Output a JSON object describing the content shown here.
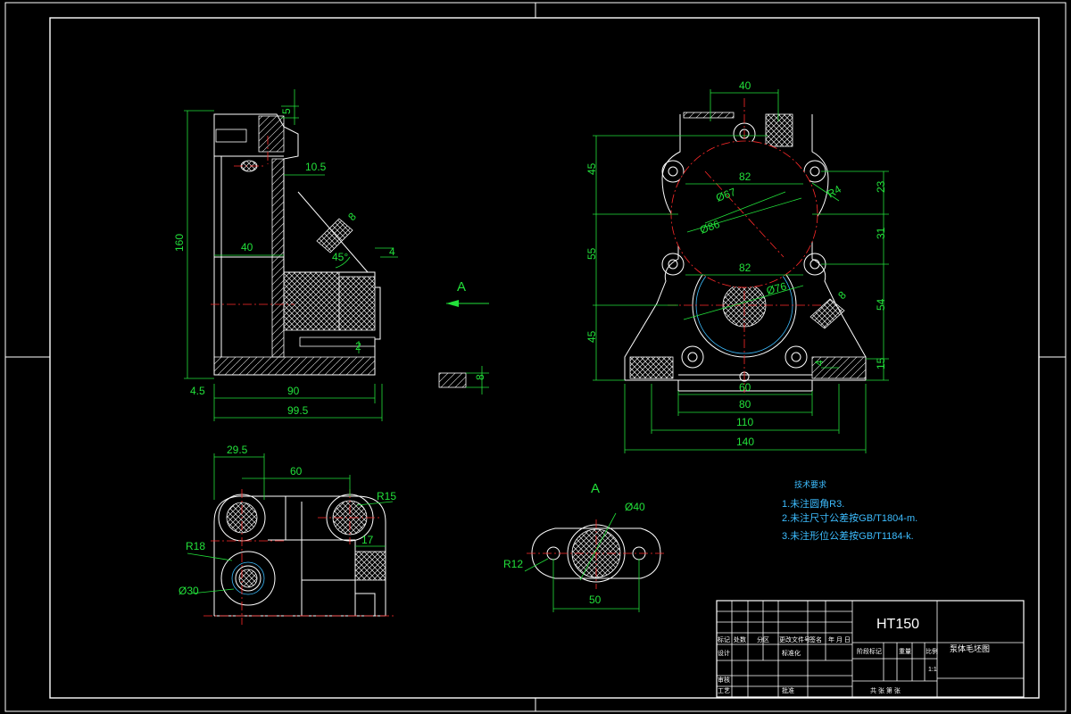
{
  "colors": {
    "background": "#000000",
    "outline": "#ffffff",
    "dimension": "#22e03a",
    "center_line": "#ff2a2a",
    "hatch": "#e8e8e8",
    "note": "#3dbdff",
    "alt_outline": "#3dbdff"
  },
  "side_view": {
    "dims": {
      "d5": "5",
      "d10_5": "10.5",
      "d160": "160",
      "d40": "40",
      "d45deg": "45°",
      "d4": "4",
      "d8": "8",
      "d2": "2",
      "d4_5": "4.5",
      "d90": "90",
      "d99_5": "99.5"
    }
  },
  "section_arrow": {
    "label": "A",
    "d8": "8"
  },
  "front_view": {
    "dims": {
      "d40": "40",
      "d45_top": "45",
      "d82_top": "82",
      "d67": "Ø67",
      "r4": "R4",
      "d23": "23",
      "d86": "Ø86",
      "d31": "31",
      "d55": "55",
      "d82_mid": "82",
      "d76": "Ø76",
      "d8": "8",
      "d54": "54",
      "d45_bot": "45",
      "d4": "4",
      "d15": "15",
      "d60": "60",
      "d80": "80",
      "d110": "110",
      "d140": "140"
    }
  },
  "top_view": {
    "dims": {
      "d29_5": "29.5",
      "d60": "60",
      "r15": "R15",
      "r18": "R18",
      "d17": "17",
      "d30": "Ø30"
    }
  },
  "detail_a": {
    "label": "A",
    "dims": {
      "d40": "Ø40",
      "r12": "R12",
      "d50": "50"
    }
  },
  "notes": {
    "heading": "技术要求",
    "lines": [
      "1.未注圆角R3.",
      "2.未注尺寸公差按GB/T1804-m.",
      "3.未注形位公差按GB/T1184-k."
    ]
  },
  "title_block": {
    "material": "HT150",
    "drawing_name": "泵体毛坯图",
    "scale_value": "1:1",
    "row_labels": [
      "标记",
      "处数",
      "分区",
      "更改文件号",
      "签名",
      "年 月 日"
    ],
    "left_labels": [
      "设计",
      "标准化",
      "审核",
      "工艺",
      "批准"
    ],
    "stage_labels": [
      "阶段标记",
      "重量",
      "比例"
    ],
    "sheet_label": "共 张 第 张"
  }
}
